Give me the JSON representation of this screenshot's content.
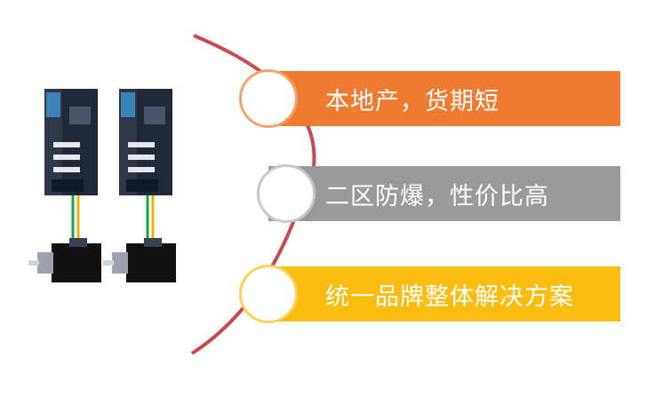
{
  "features": [
    {
      "label": "本地产，货期短",
      "color": "#ee7b30",
      "ring": "#f0a66a"
    },
    {
      "label": "二区防爆，性价比高",
      "color": "#9a9a9a",
      "ring": "#c8c8c8"
    },
    {
      "label": "统一品牌整体解决方案",
      "color": "#fbbd12",
      "ring": "#f9d35c"
    }
  ],
  "accent_arc_color": "#c9484f",
  "icons": [
    "servo-drive-icon",
    "servo-motor-icon"
  ]
}
